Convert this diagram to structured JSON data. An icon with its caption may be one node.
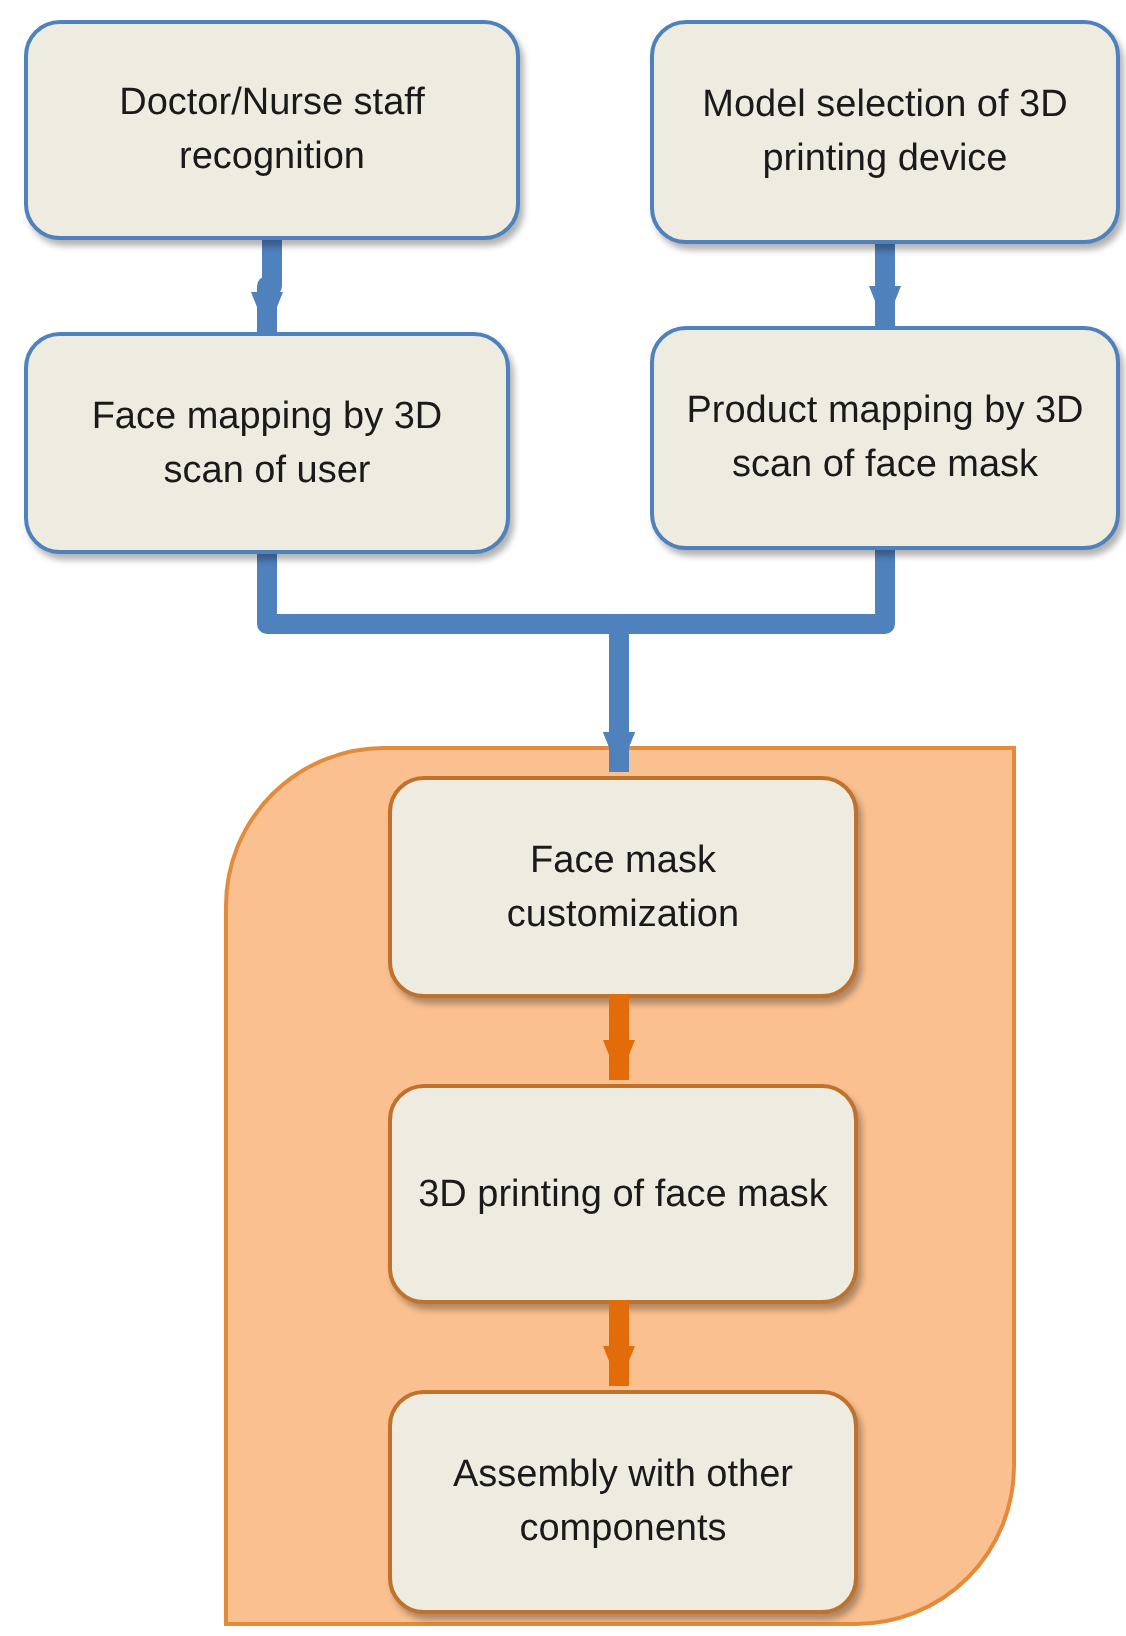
{
  "diagram": {
    "nodes": [
      {
        "text": [
          "Doctor/Nurse staff recognition"
        ]
      },
      {
        "text": [
          "Model selection of 3D printing device"
        ]
      },
      {
        "text": [
          "Face mapping by 3D scan of user"
        ]
      },
      {
        "text": [
          "Product mapping by 3D scan of face mask"
        ]
      },
      {
        "text": [],
        "shape": "box"
      },
      {
        "text": [
          "Face mask customization"
        ],
        "in": 4
      },
      {
        "text": [
          "3D printing of face mask"
        ],
        "in": 4
      },
      {
        "text": [
          "Assembly with other components"
        ],
        "in": 4
      }
    ],
    "edges": [
      {
        "from": 0,
        "to": 2,
        "arrow": "to"
      },
      {
        "from": 1,
        "to": 3,
        "arrow": "to"
      },
      {
        "from": 2,
        "to": 5,
        "arrow": "to"
      },
      {
        "from": 3,
        "to": 5,
        "arrow": "to"
      },
      {
        "from": 5,
        "to": 6,
        "arrow": "to",
        "color": "#e36c0a"
      },
      {
        "from": 6,
        "to": 7,
        "arrow": "to",
        "color": "#e36c0a"
      }
    ]
  }
}
